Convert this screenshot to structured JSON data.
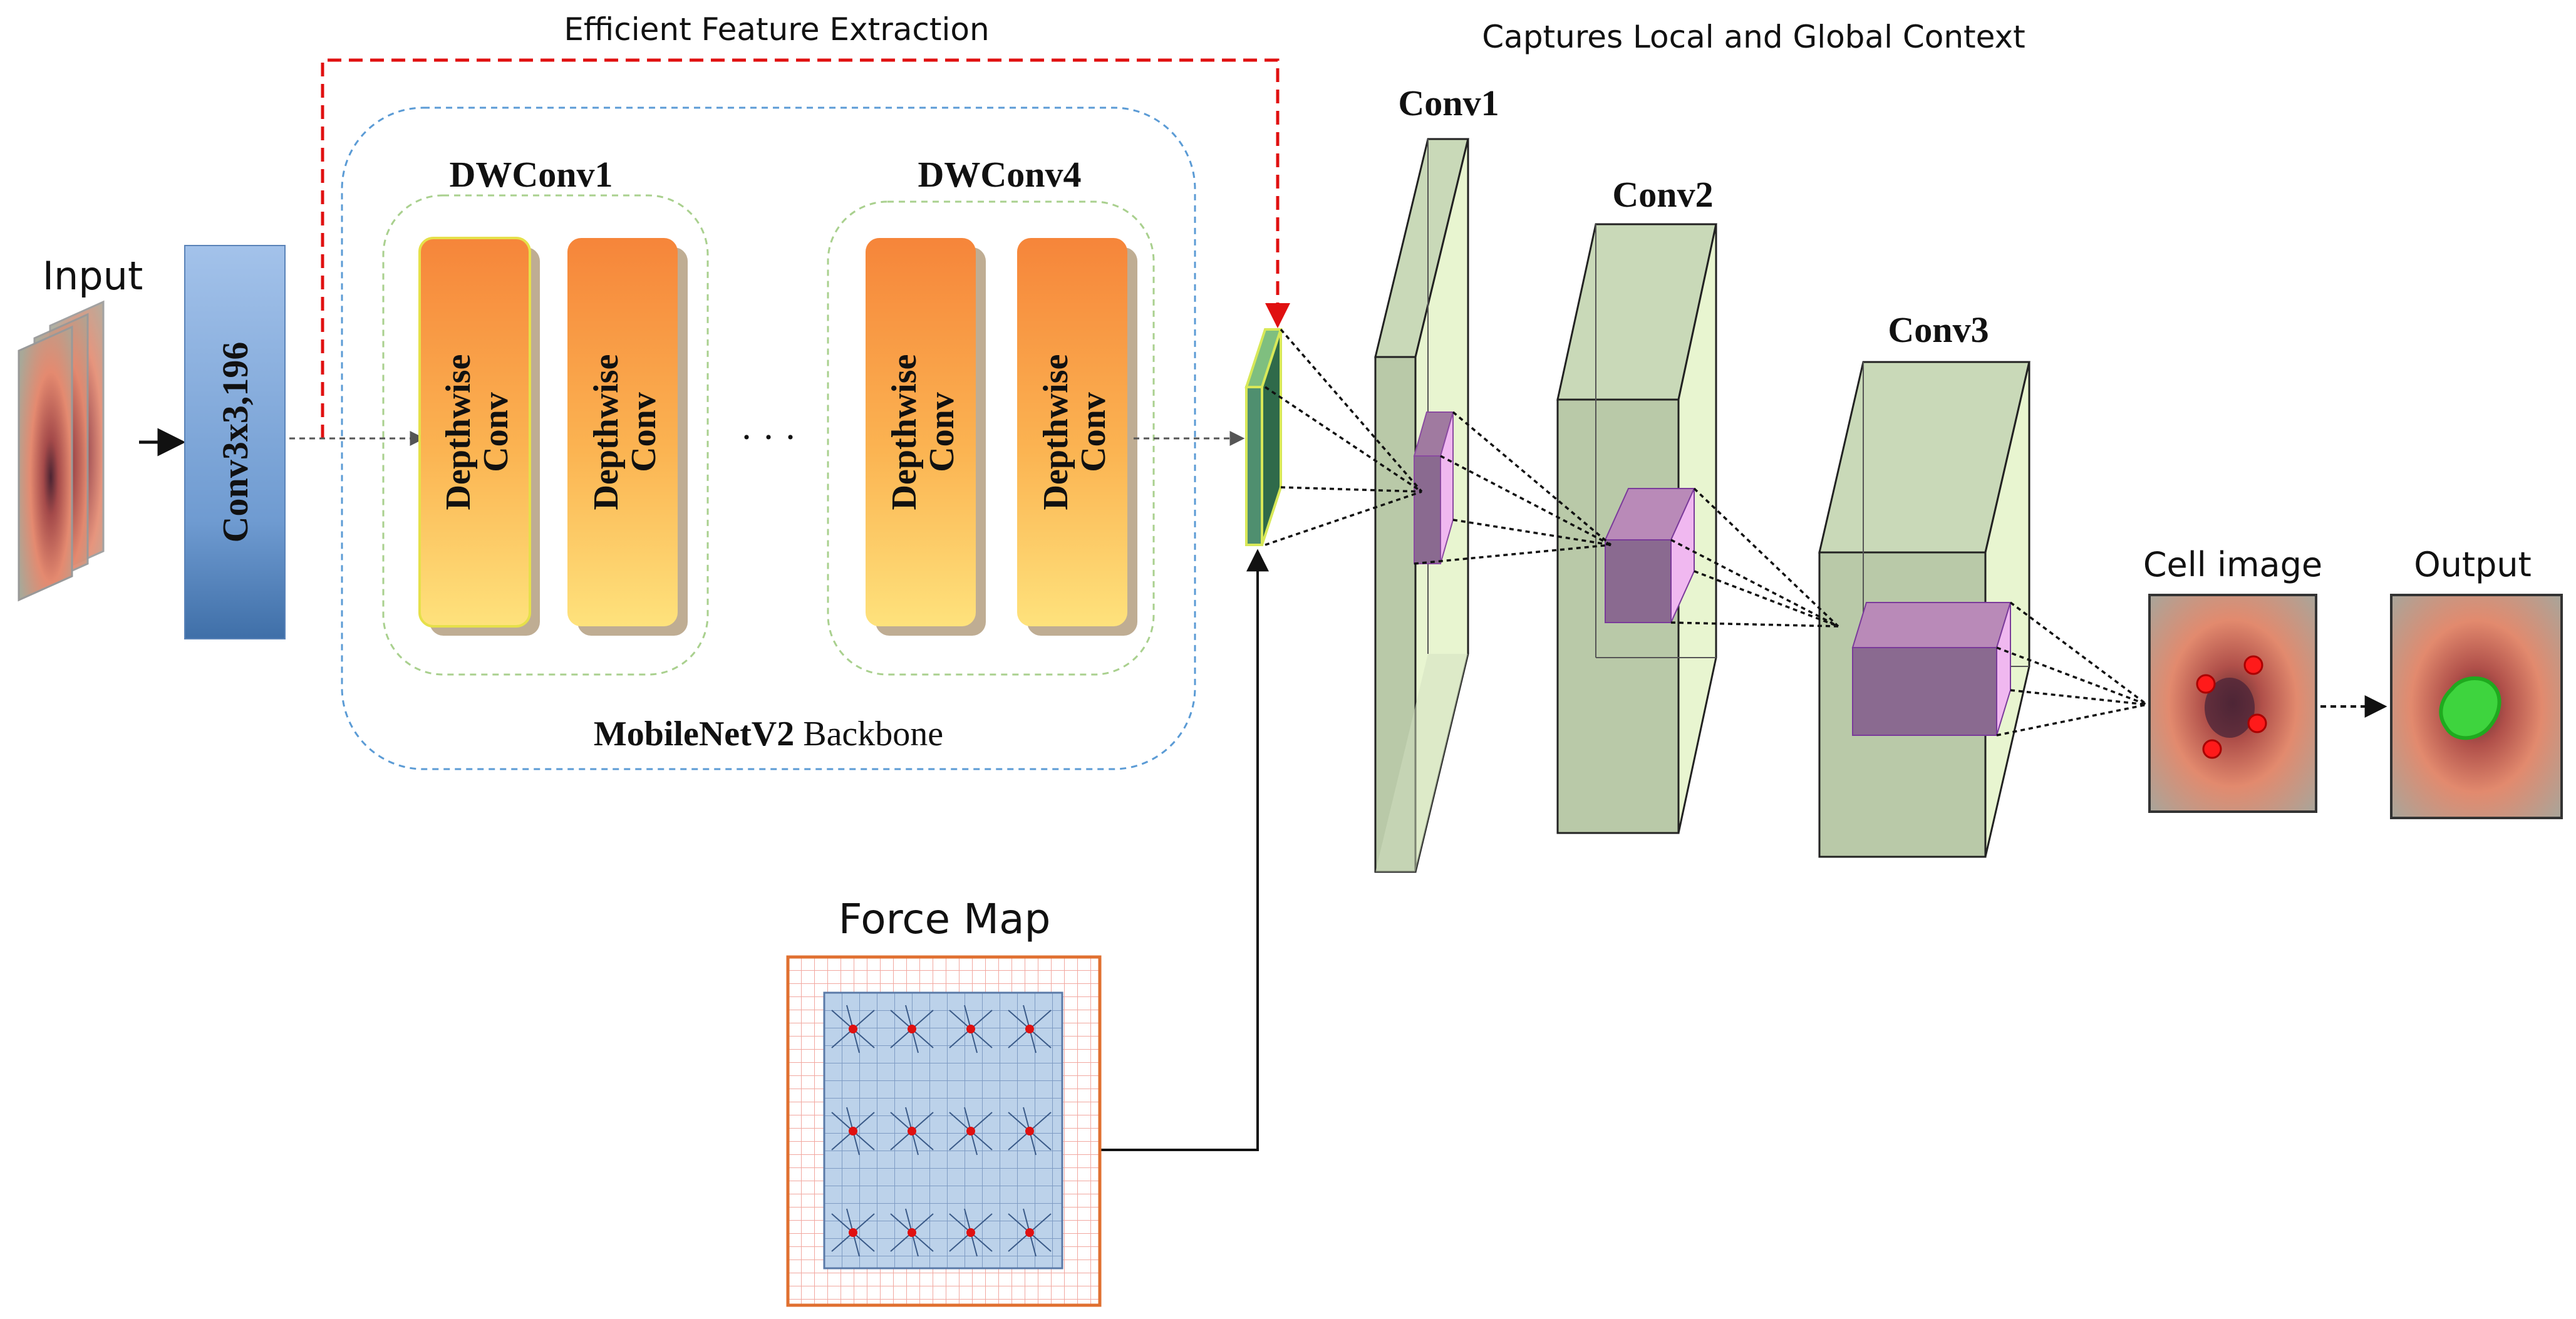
{
  "labels": {
    "input": "Input",
    "stem_conv": "Conv3x3,196",
    "efficient_feature_extraction": "Efficient Feature Extraction",
    "captures_context": "Captures Local and Global Context",
    "dwconv1": "DWConv1",
    "dwconv4": "DWConv4",
    "depthwise_conv_line1": "Depthwise",
    "depthwise_conv_line2": "Conv",
    "ellipsis": "· · ·",
    "backbone_bold": "MobileNetV2",
    "backbone_rest": " Backbone",
    "conv1": "Conv1",
    "conv2": "Conv2",
    "conv3": "Conv3",
    "force_map": "Force Map",
    "cell_image": "Cell image",
    "output": "Output"
  },
  "colors": {
    "stem_blue": "#7fa8d8",
    "block_orange": "#f5883a",
    "block_yellow": "#fde07a",
    "cuboid_green": "#c9d9b8",
    "feature_pink": "#b98ab0",
    "skip_red": "#e01010",
    "backbone_border": "#5b9bd5",
    "group_border": "#a9d08e",
    "grid_blue": "#b9cfe8",
    "force_border": "#e07030",
    "seg_green": "#3ed43e",
    "point_red": "#ff1a1a"
  }
}
